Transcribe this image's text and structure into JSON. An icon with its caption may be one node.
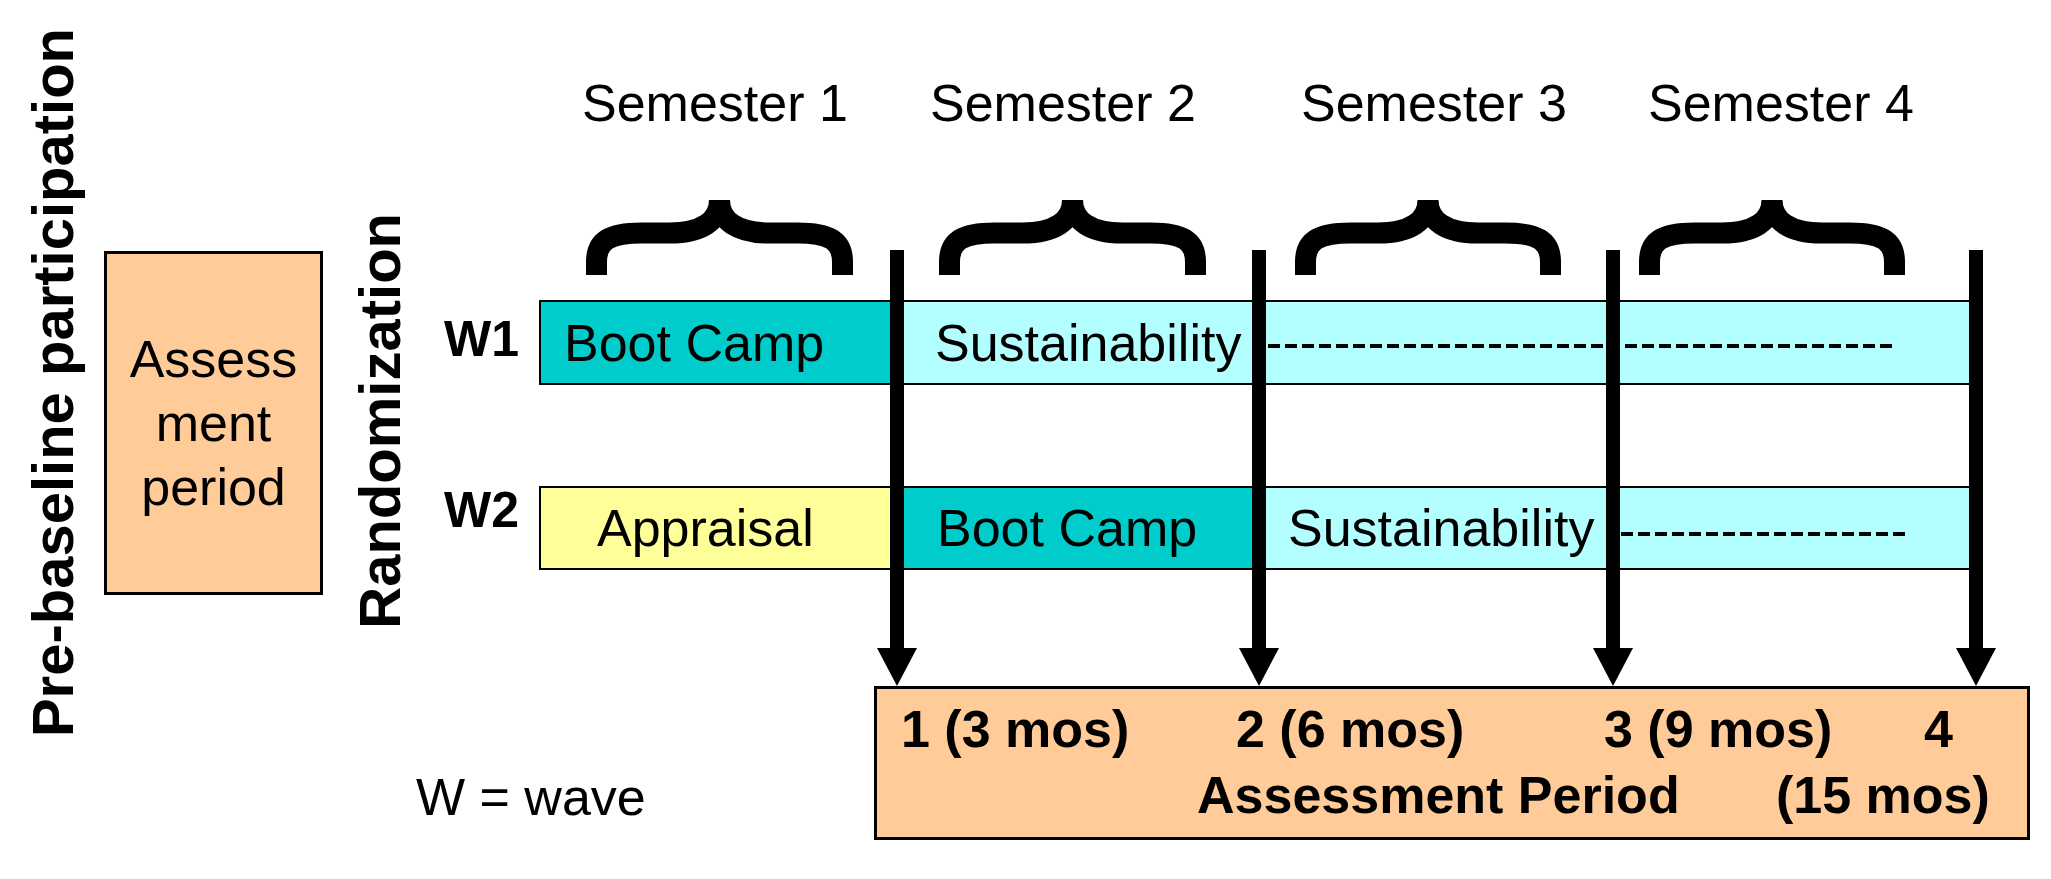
{
  "diagram": {
    "nodes": [
      {
        "text": [
          "Assess ment period"
        ],
        "beside": [
          "Pre-baseline participation"
        ]
      },
      {
        "text": [
          "Boot Camp"
        ]
      },
      {
        "text": [
          "Sustainability"
        ]
      },
      {
        "text": [
          "Appraisal"
        ]
      },
      {
        "text": [
          "Boot Camp"
        ]
      },
      {
        "text": [
          "Sustainability"
        ]
      },
      {
        "text": [
          "1 (3 mos)",
          "2 (6 mos)",
          "3 (9 mos)",
          "4",
          "Assessment Period",
          "(15 mos)"
        ]
      }
    ],
    "edges": [
      {
        "from": null,
        "to": 6,
        "arrow": "to"
      },
      {
        "from": null,
        "to": 6,
        "arrow": "to"
      },
      {
        "from": null,
        "to": 6,
        "arrow": "to"
      },
      {
        "from": null,
        "to": 6,
        "arrow": "to"
      }
    ],
    "labels": [
      "Semester 1",
      "Semester 2",
      "Semester 3",
      "Semester 4",
      "Randomization",
      "W1",
      "W2",
      "W = wave"
    ]
  }
}
